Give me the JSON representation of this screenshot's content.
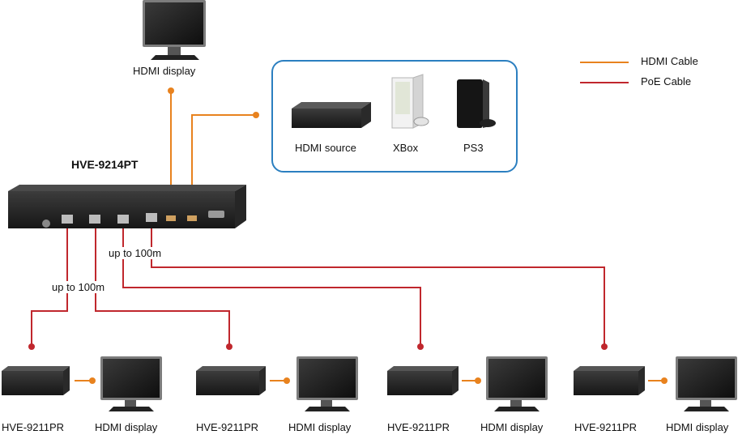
{
  "title": "HVE-9214PT",
  "legend": {
    "hdmi_label": "HDMI Cable",
    "poe_label": "PoE Cable",
    "hdmi_color": "#e8821e",
    "poe_color": "#c0272d"
  },
  "top_display_label": "HDMI display",
  "sources": [
    {
      "label": "HDMI source",
      "icon": "media-box-icon"
    },
    {
      "label": "XBox",
      "icon": "xbox-console-icon"
    },
    {
      "label": "PS3",
      "icon": "ps3-console-icon"
    }
  ],
  "distance_labels": [
    "up to 100m",
    "up to 100m"
  ],
  "receivers": [
    {
      "label": "HVE-9211PR",
      "display_label": "HDMI display"
    },
    {
      "label": "HVE-9211PR",
      "display_label": "HDMI display"
    },
    {
      "label": "HVE-9211PR",
      "display_label": "HDMI display"
    },
    {
      "label": "HVE-9211PR",
      "display_label": "HDMI display"
    }
  ]
}
